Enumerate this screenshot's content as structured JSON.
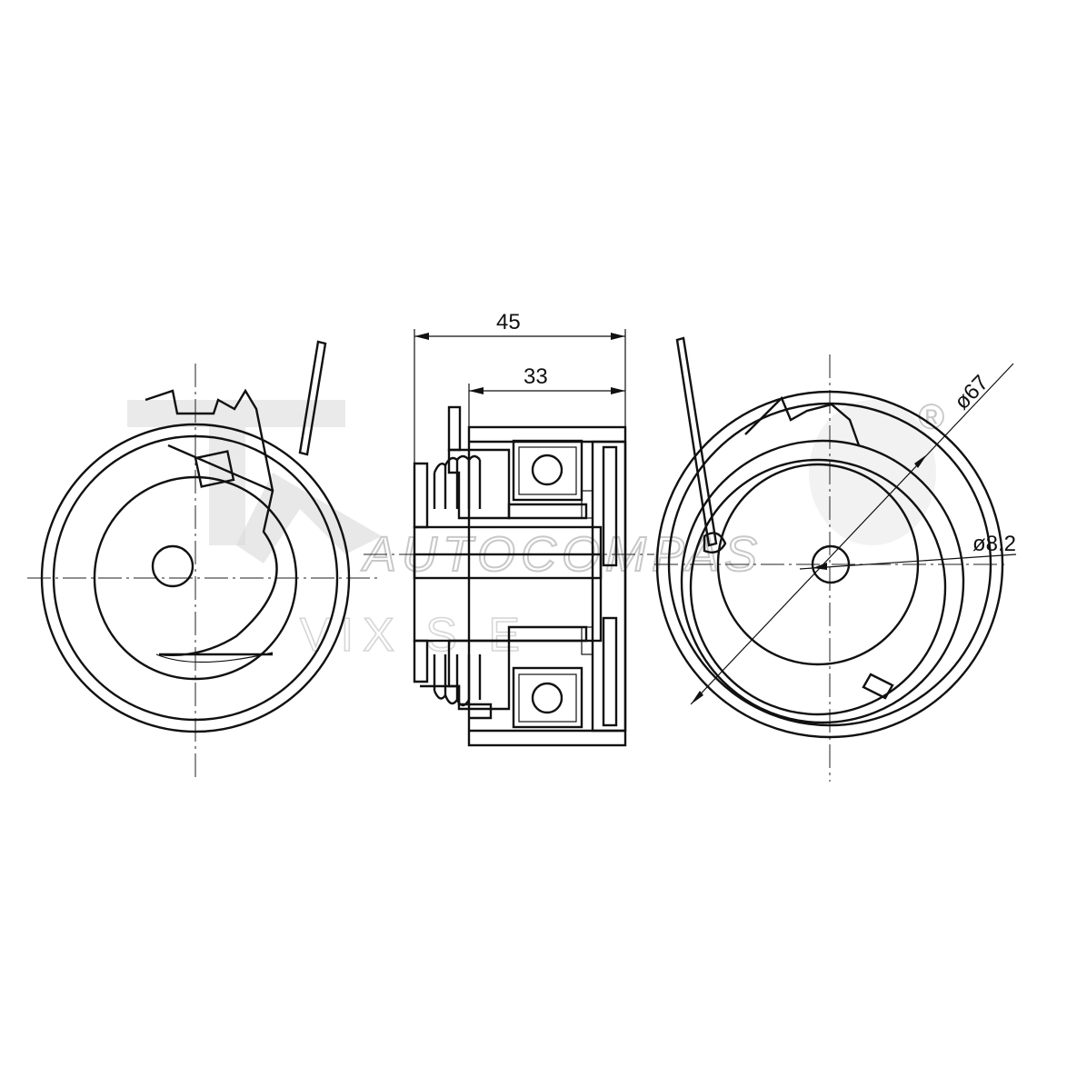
{
  "watermark": {
    "brand_line": "AUTOCOMPAS",
    "sub_line": "VIX  S  E",
    "registered_mark": "®"
  },
  "dimensions": {
    "total_width": "45",
    "pulley_width": "33",
    "outer_diameter": "ø67",
    "bore_diameter": "ø8.2"
  },
  "colors": {
    "line": "#111111",
    "watermark": "#d9d9d9"
  }
}
